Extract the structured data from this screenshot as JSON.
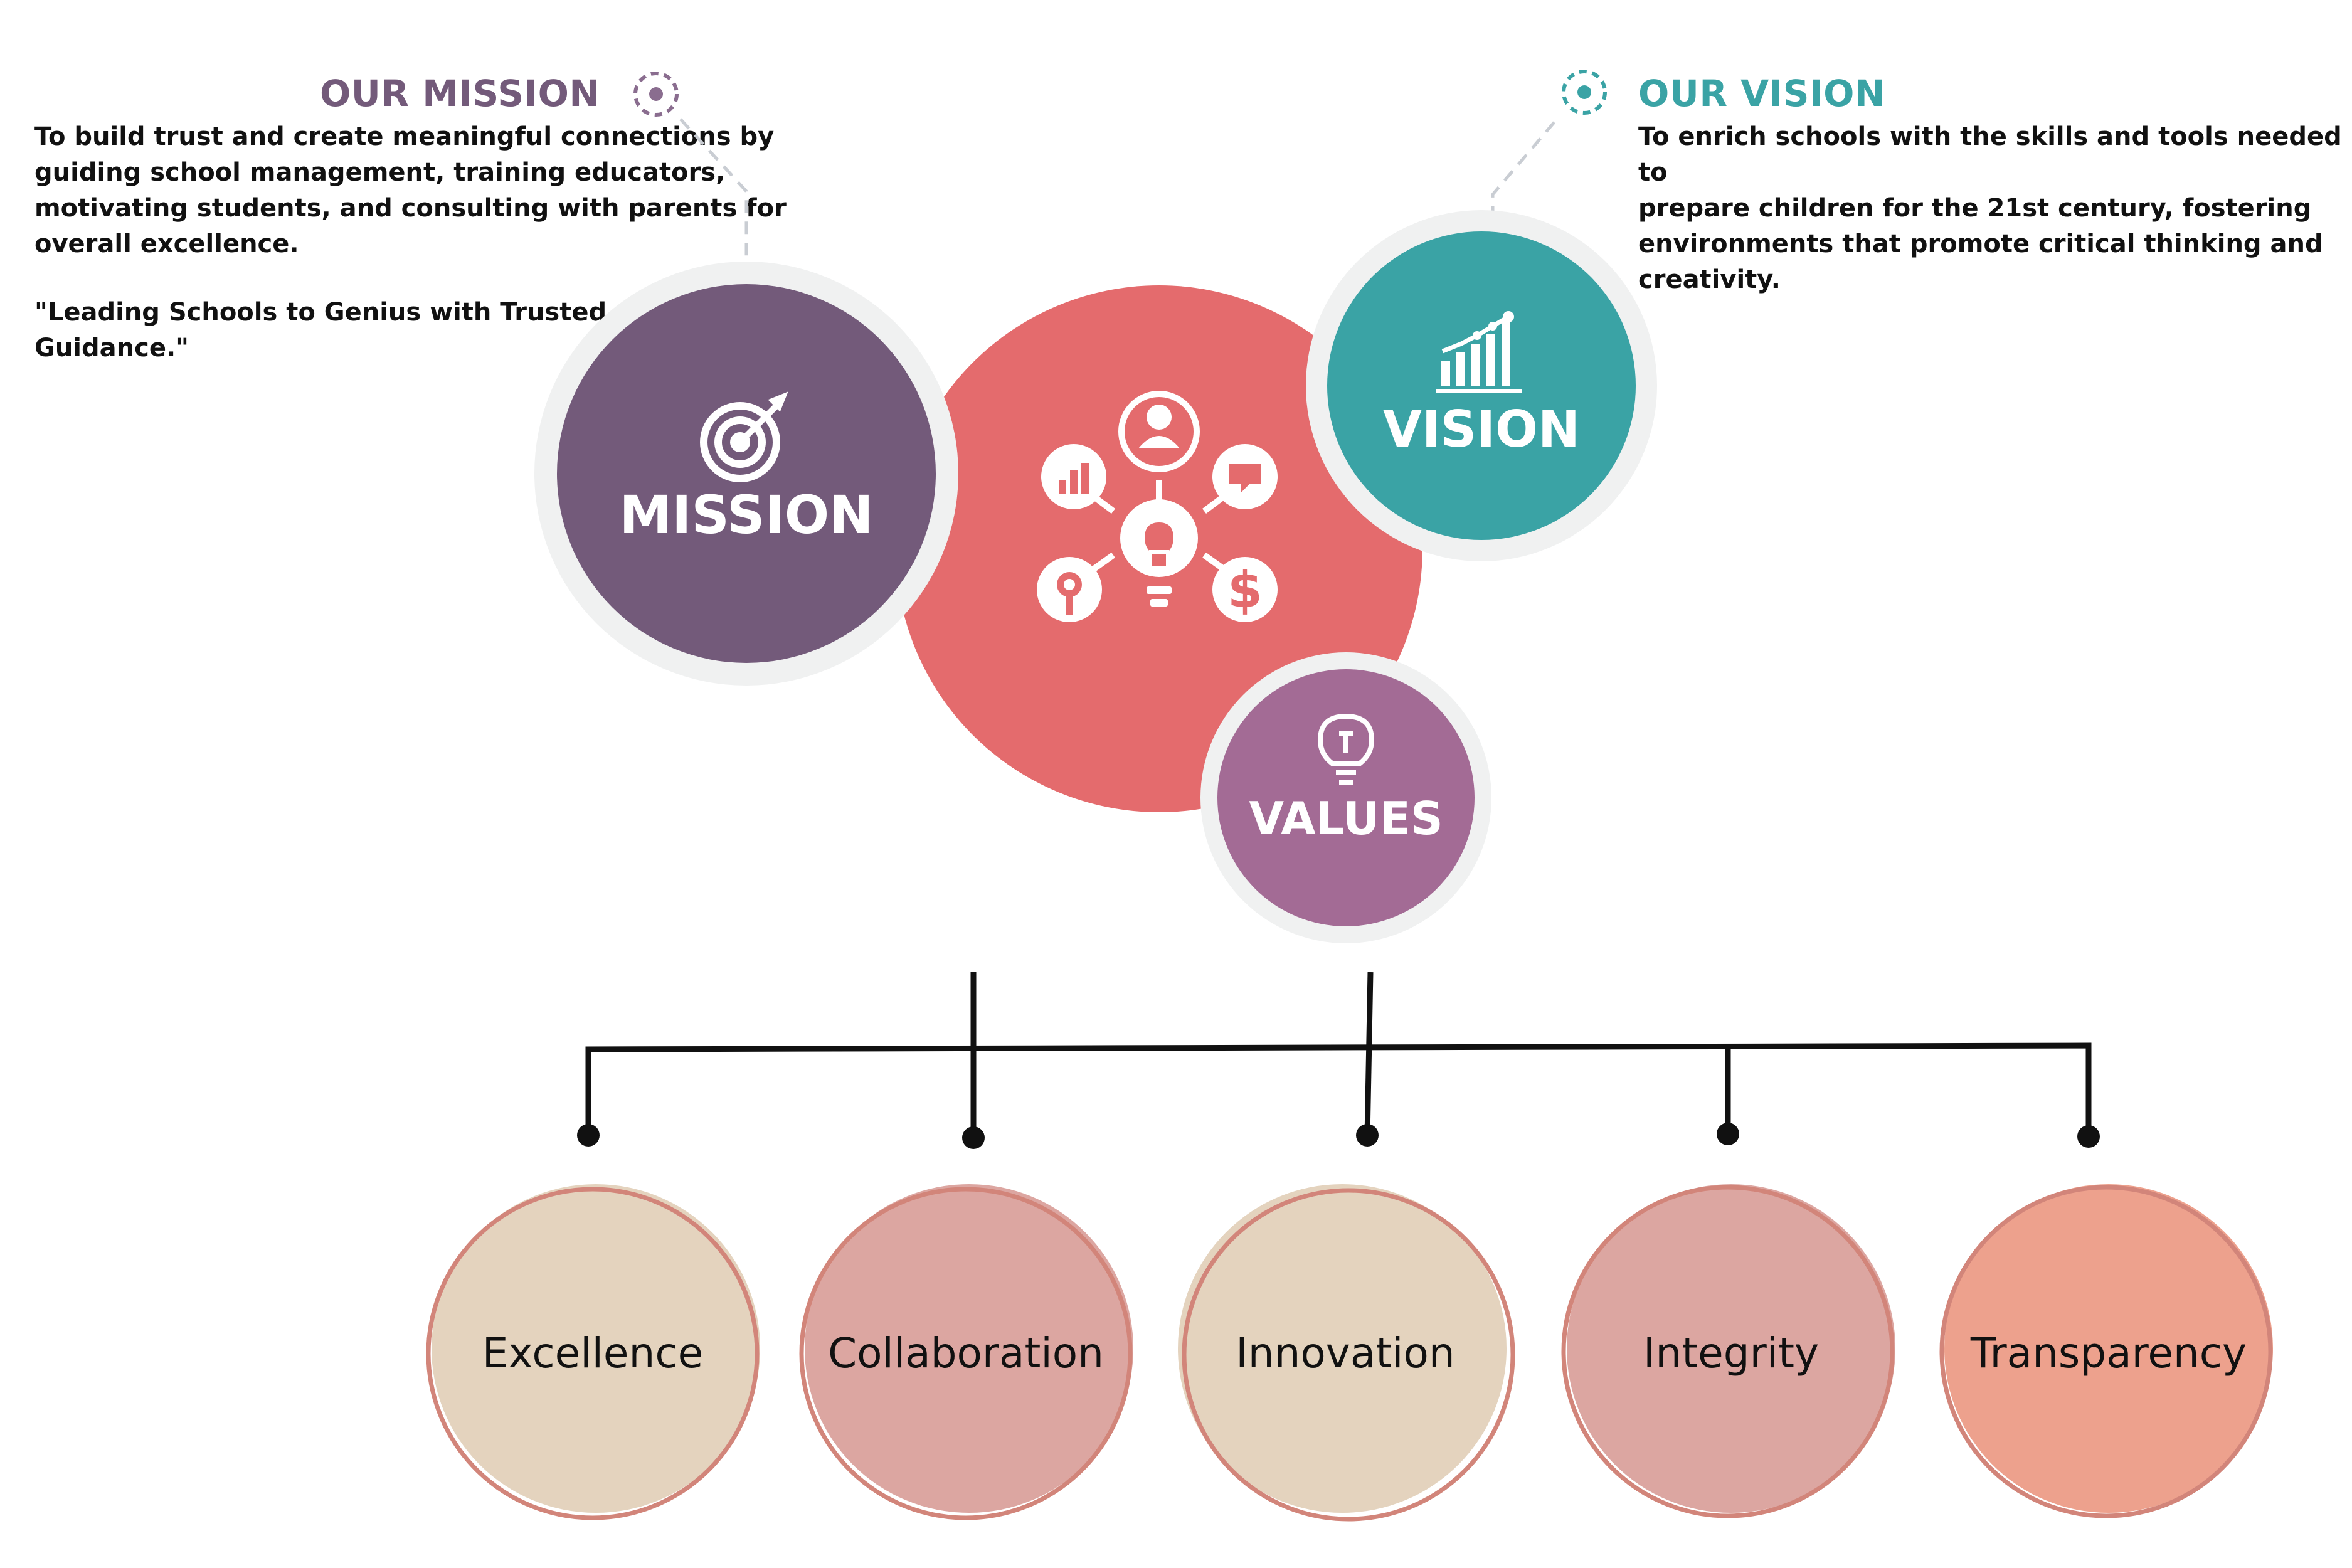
{
  "mission": {
    "heading": "OUR MISSION",
    "lines": [
      "To build trust and create meaningful connections by",
      "guiding school management, training educators,",
      "motivating students, and consulting with parents for",
      "overall excellence."
    ],
    "quote_lines": [
      "\"Leading Schools to Genius with Trusted",
      "Guidance.\""
    ],
    "circle_label": "MISSION"
  },
  "vision": {
    "heading": "OUR VISION",
    "lines": [
      "To enrich schools with the skills and tools needed to",
      "prepare children for the 21st century, fostering",
      "environments that promote critical thinking and",
      "creativity."
    ],
    "circle_label": "VISION"
  },
  "values": {
    "circle_label": "VALUES",
    "items": [
      "Excellence",
      "Collaboration",
      "Innovation",
      "Integrity",
      "Transparency"
    ]
  },
  "colors": {
    "mission": "#735a7a",
    "vision": "#3aa3a5",
    "values": "#a36b95",
    "center": "#e46b6d",
    "halo": "#f0f1f1",
    "ring": "#d2857a",
    "beige": "#e4d3be",
    "rose": "#dca6a1",
    "salmon": "#eda18d"
  },
  "icons": {
    "mission": "target-icon",
    "vision": "growth-chart-icon",
    "values": "lightbulb-icon",
    "center": "idea-network-icon",
    "mission_marker": "target-dot-icon",
    "vision_marker": "target-dot-icon"
  }
}
